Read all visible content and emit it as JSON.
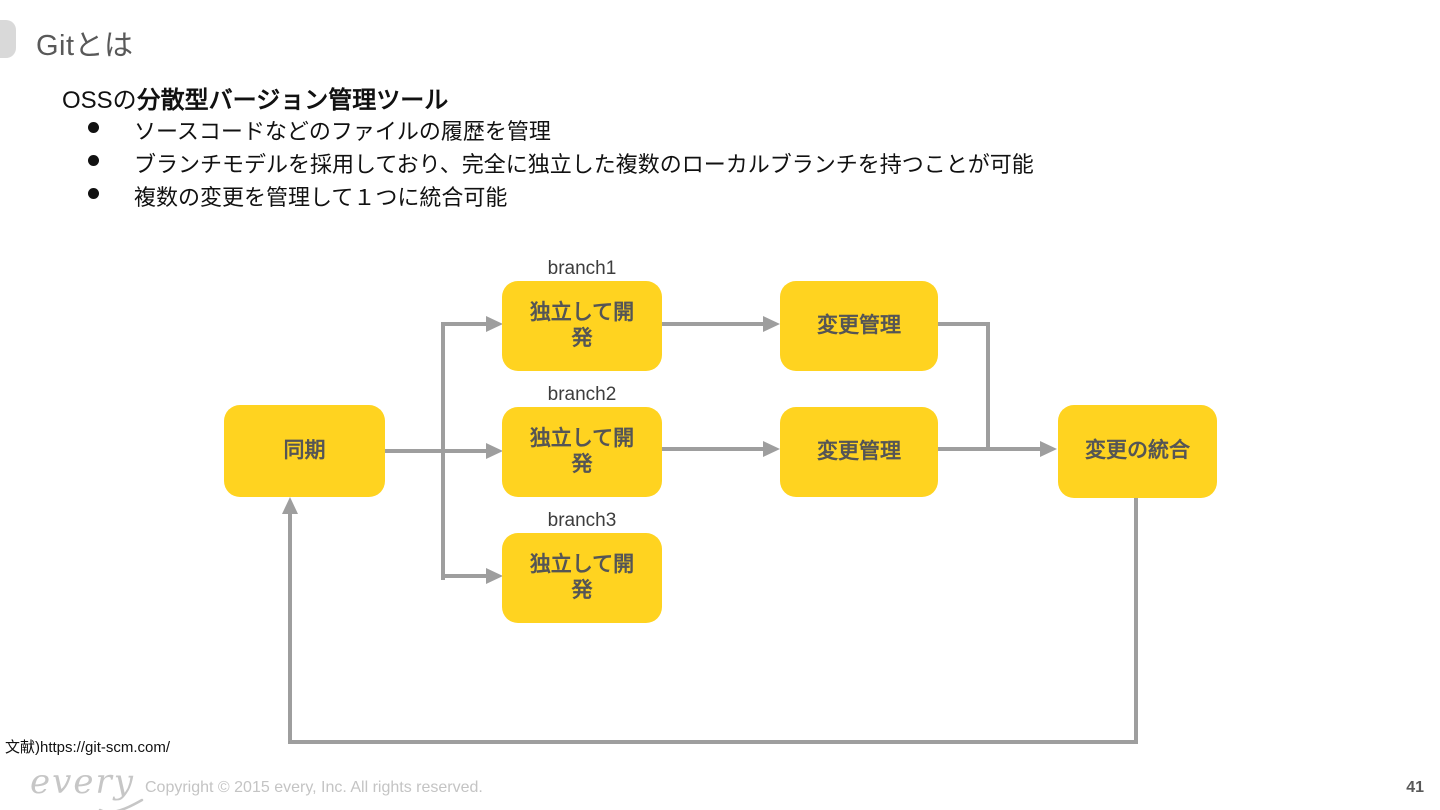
{
  "header": {
    "title": "Gitとは"
  },
  "content": {
    "heading_prefix": "OSSの",
    "heading_bold": "分散型バージョン管理ツール",
    "bullets": [
      "ソースコードなどのファイルの履歴を管理",
      "ブランチモデルを採用しており、完全に独立した複数のローカルブランチを持つことが可能",
      "複数の変更を管理して１つに統合可能"
    ]
  },
  "diagram": {
    "nodes": {
      "sync": "同期",
      "branch1_dev": "独立して開\n発",
      "branch2_dev": "独立して開\n発",
      "branch3_dev": "独立して開\n発",
      "change_mgmt_1": "変更管理",
      "change_mgmt_2": "変更管理",
      "merge": "変更の統合"
    },
    "labels": {
      "branch1": "branch1",
      "branch2": "branch2",
      "branch3": "branch3"
    },
    "colors": {
      "node_background": "#FFD320",
      "node_text": "#555555",
      "connector": "#9E9E9E"
    }
  },
  "footer": {
    "reference": "文献)https://git-scm.com/",
    "logo_text": "every",
    "copyright": "Copyright © 2015 every, Inc. All rights reserved.",
    "page_number": "41"
  }
}
